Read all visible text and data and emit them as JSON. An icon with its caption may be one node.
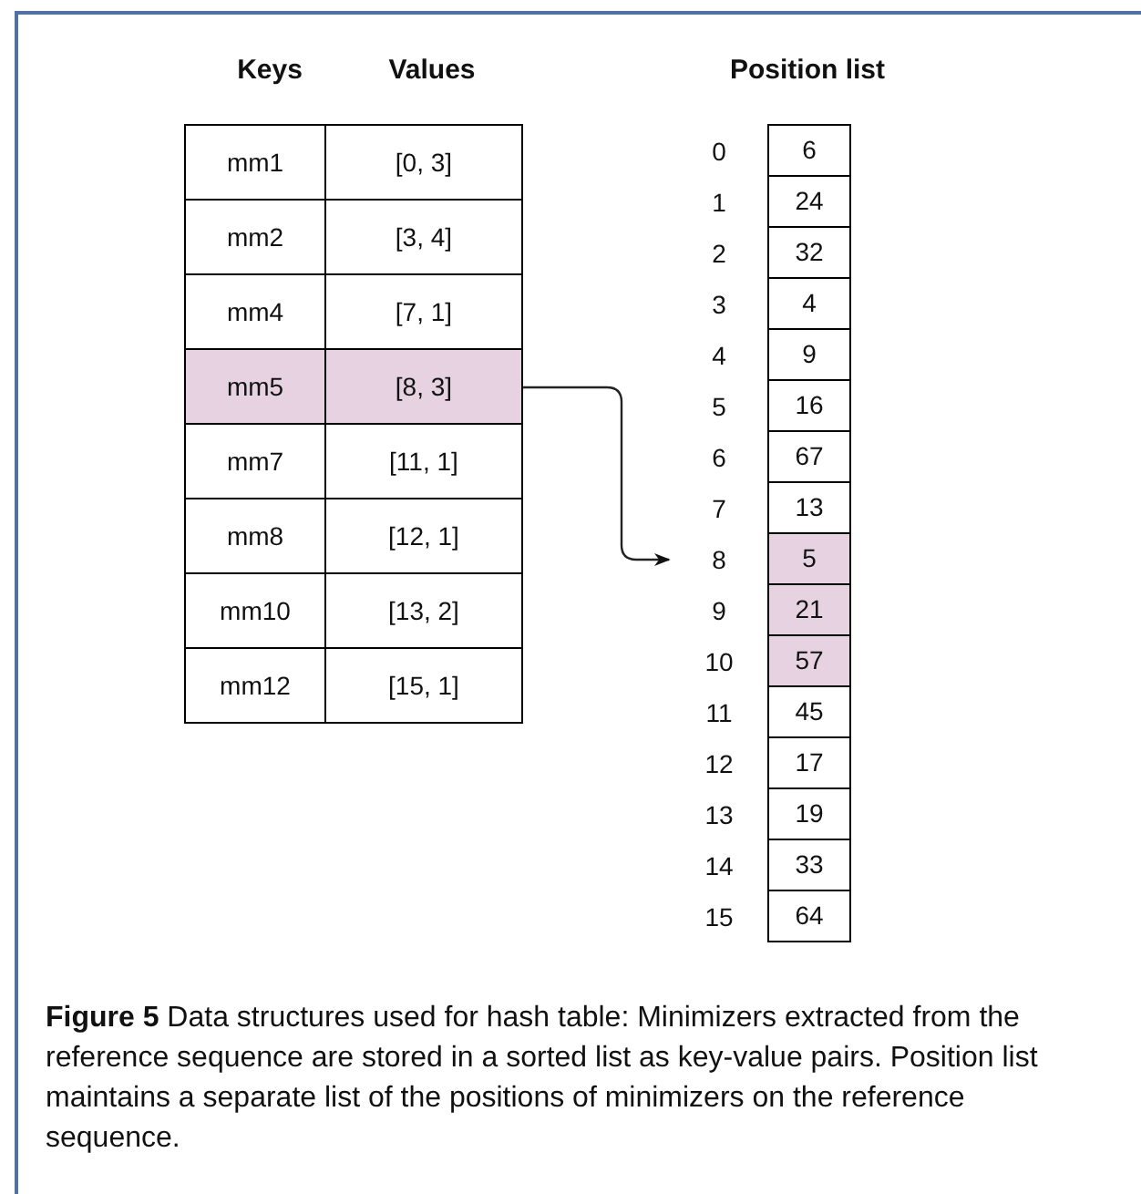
{
  "diagram": {
    "caption": "**Figure 5** Data structures used for hash table: Minimizers extracted from the reference sequence are stored in a sorted list as key-value pairs. Position list maintains a separate list of the positions of minimizers on the reference sequence.",
    "nodes": [
      {
        "text": [
          "mm1",
          "[0, 3]"
        ]
      },
      {
        "text": [
          "mm2",
          "[3, 4]"
        ]
      },
      {
        "text": [
          "mm4",
          "[7, 1]"
        ]
      },
      {
        "text": [
          "mm5",
          "[8, 3]"
        ]
      },
      {
        "text": [
          "mm7",
          "[11, 1]"
        ]
      },
      {
        "text": [
          "mm8",
          "[12, 1]"
        ]
      },
      {
        "text": [
          "mm10",
          "[13, 2]"
        ]
      },
      {
        "text": [
          "mm12",
          "[15, 1]"
        ]
      },
      {
        "text": [
          "6"
        ],
        "beside": [
          "0"
        ]
      },
      {
        "text": [
          "24"
        ],
        "beside": [
          "1"
        ]
      },
      {
        "text": [
          "32"
        ],
        "beside": [
          "2"
        ]
      },
      {
        "text": [
          "4"
        ],
        "beside": [
          "3"
        ]
      },
      {
        "text": [
          "9"
        ],
        "beside": [
          "4"
        ]
      },
      {
        "text": [
          "16"
        ],
        "beside": [
          "5"
        ]
      },
      {
        "text": [
          "67"
        ],
        "beside": [
          "6"
        ]
      },
      {
        "text": [
          "13"
        ],
        "beside": [
          "7"
        ]
      },
      {
        "text": [
          "5"
        ],
        "beside": [
          "8"
        ]
      },
      {
        "text": [
          "21"
        ],
        "beside": [
          "9"
        ]
      },
      {
        "text": [
          "57"
        ],
        "beside": [
          "10"
        ]
      },
      {
        "text": [
          "45"
        ],
        "beside": [
          "11"
        ]
      },
      {
        "text": [
          "17"
        ],
        "beside": [
          "12"
        ]
      },
      {
        "text": [
          "19"
        ],
        "beside": [
          "13"
        ]
      },
      {
        "text": [
          "33"
        ],
        "beside": [
          "14"
        ]
      },
      {
        "text": [
          "64"
        ],
        "beside": [
          "15"
        ]
      }
    ],
    "edges": [
      {
        "from": 3,
        "to": 16,
        "arrow": "to"
      }
    ],
    "labels": [
      "Keys",
      "Values",
      "Position list"
    ]
  }
}
